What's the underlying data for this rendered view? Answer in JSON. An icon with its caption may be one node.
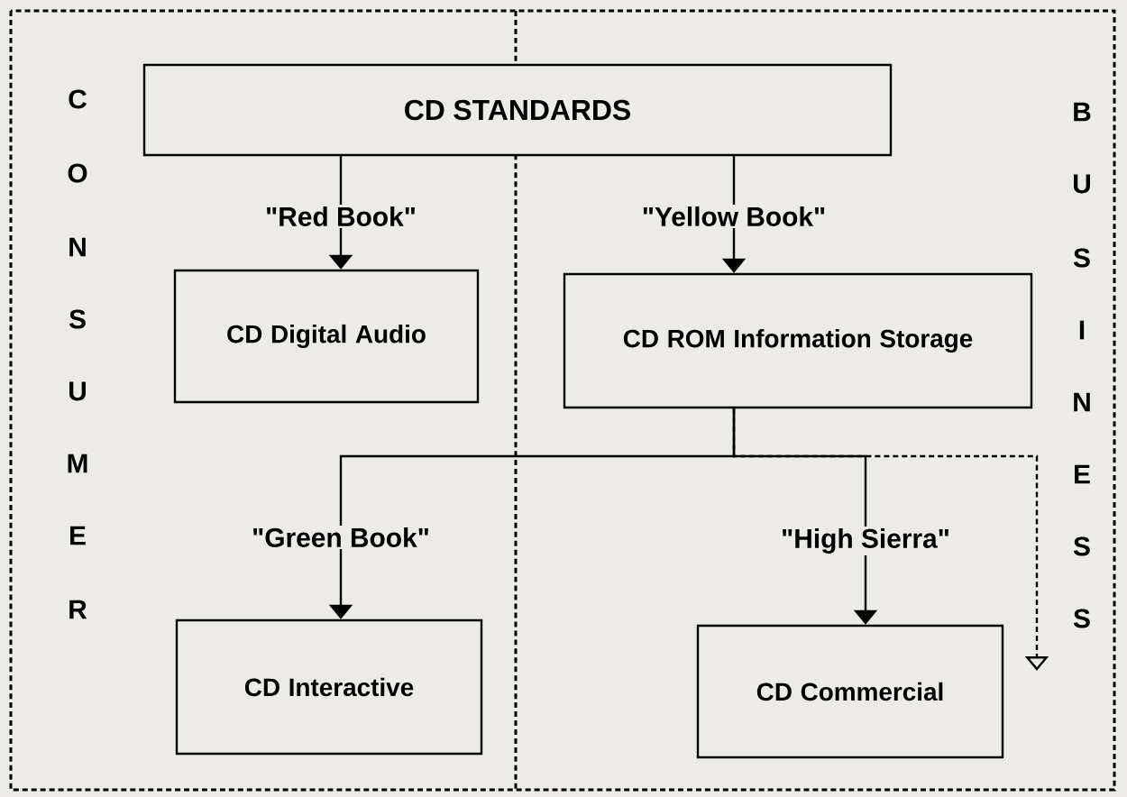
{
  "diagram": {
    "nodes": [
      {
        "text": [
          "CD STANDARDS"
        ]
      },
      {
        "text": [
          "CD Digital Audio"
        ]
      },
      {
        "text": [
          "CD ROM Information Storage"
        ]
      },
      {
        "text": [
          "CD Interactive"
        ]
      },
      {
        "text": [
          "CD Commercial"
        ]
      }
    ],
    "edges": [
      {
        "from": 0,
        "to": 1,
        "arrow": "to",
        "label": "\"Red Book\""
      },
      {
        "from": 0,
        "to": 2,
        "arrow": "to",
        "label": "\"Yellow Book\""
      },
      {
        "from": 2,
        "to": 3,
        "arrow": "to",
        "label": "\"Green Book\""
      },
      {
        "from": 2,
        "to": 4,
        "arrow": "to",
        "label": "\"High Sierra\""
      },
      {
        "from": 2,
        "to": null,
        "arrow": "to",
        "style": "dashed"
      }
    ],
    "labels": [
      "C",
      "O",
      "N",
      "S",
      "U",
      "M",
      "E",
      "R",
      "B",
      "U",
      "S",
      "I",
      "N",
      "E",
      "S",
      "S"
    ]
  }
}
